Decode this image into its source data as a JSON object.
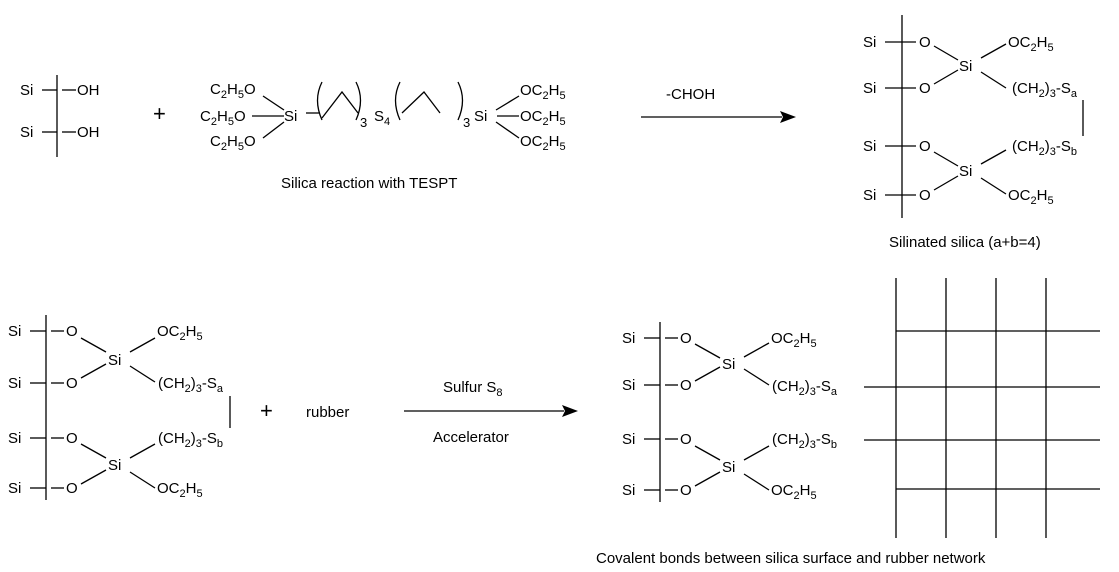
{
  "colors": {
    "ink": "#000000",
    "background": "#ffffff"
  },
  "atoms": {
    "si": "Si",
    "oh": "OH",
    "o": "O",
    "oc": "OC",
    "c": "C",
    "h": "H",
    "o_suffix": "O",
    "ch2_open": "(CH",
    "ch2_close": ")",
    "s": "S",
    "three": "3",
    "s_chain": "-S",
    "sub2": "2",
    "sub3": "3",
    "sub4": "4",
    "sub5": "5",
    "sub8": "8",
    "sub_a": "a",
    "sub_b": "b"
  },
  "reaction1": {
    "plus": "+",
    "arrow_label": "-CHOH",
    "caption": "Silica reaction with TESPT",
    "product_caption": "Silinated silica (a+b=4)"
  },
  "reaction2": {
    "plus": "+",
    "reagent": "rubber",
    "arrow_label_top": "Sulfur S",
    "arrow_label_bottom": "Accelerator",
    "caption": "Covalent bonds between silica surface and rubber network"
  }
}
